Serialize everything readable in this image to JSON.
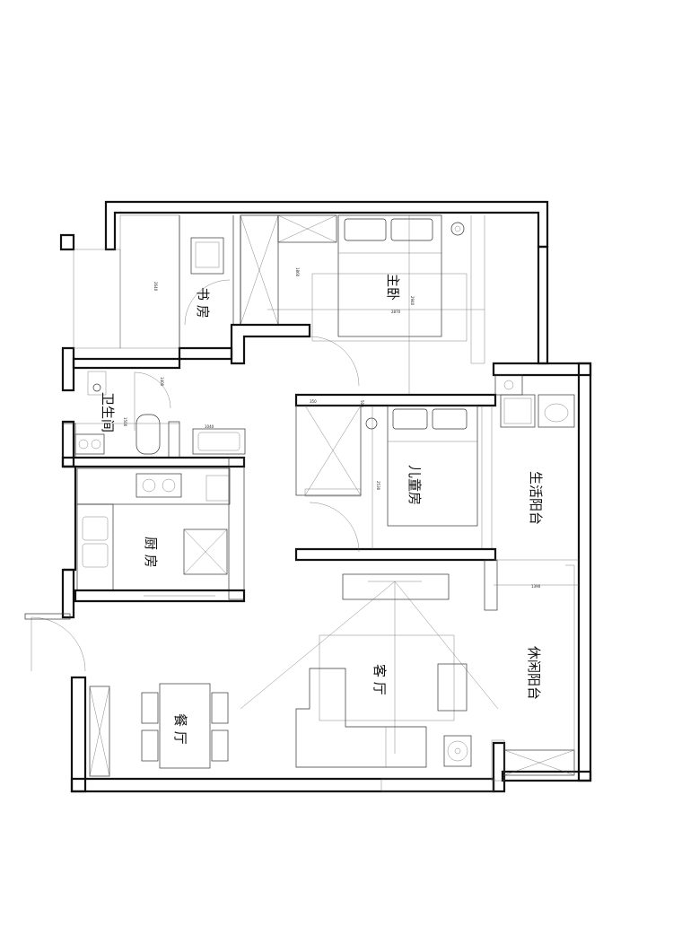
{
  "rooms": {
    "study": "书 房",
    "master_bedroom": "主卧",
    "bathroom": "卫生间",
    "children_room": "儿童房",
    "utility_balcony": "生活阳台",
    "kitchen": "厨 房",
    "living_room": "客 厅",
    "leisure_balcony": "休闲阳台",
    "dining_room": "餐 厅"
  },
  "dimensions": {
    "d1": "2640",
    "d2": "1860",
    "d3": "2940",
    "d4": "2870",
    "d5": "350",
    "d6": "500",
    "d7": "2530",
    "d8": "1040",
    "d9": "1500",
    "d10": "1400",
    "d11": "1390"
  },
  "colors": {
    "line": "#111111",
    "hatch": "#555555",
    "background": "#ffffff"
  }
}
